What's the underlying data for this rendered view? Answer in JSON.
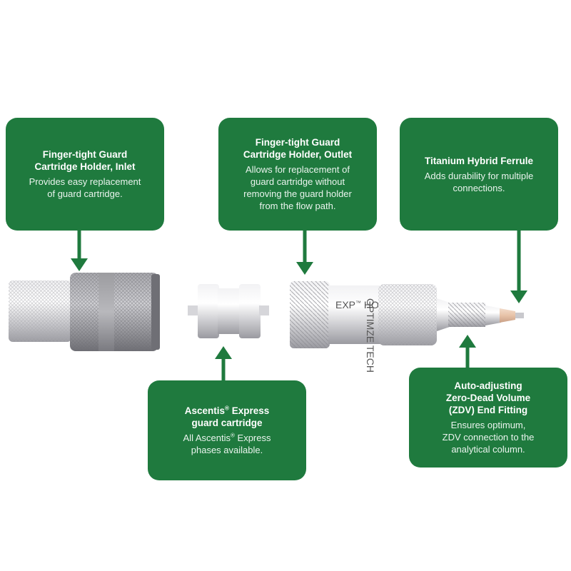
{
  "callouts": {
    "inlet": {
      "title_line1": "Finger-tight Guard",
      "title_line2": "Cartridge Holder, Inlet",
      "desc_line1": "Provides easy replacement",
      "desc_line2": "of guard cartridge."
    },
    "outlet": {
      "title_line1": "Finger-tight Guard",
      "title_line2": "Cartridge Holder, Outlet",
      "desc_line1": "Allows for replacement of",
      "desc_line2": "guard cartridge without",
      "desc_line3": "removing the guard holder",
      "desc_line4": "from the flow path."
    },
    "ferrule": {
      "title_line1": "Titanium Hybrid Ferrule",
      "desc_line1": "Adds durability for multiple",
      "desc_line2": "connections."
    },
    "cartridge": {
      "title_pre": "Ascentis",
      "title_reg": "®",
      "title_post": " Express",
      "title_line2": "guard cartridge",
      "desc_pre": "All Ascentis",
      "desc_reg": "®",
      "desc_post": " Express",
      "desc_line2": "phases available."
    },
    "zdv": {
      "title_line1": "Auto-adjusting",
      "title_line2": "Zero-Dead Volume",
      "title_line3": "(ZDV) End Fitting",
      "desc_line1": "Ensures optimum,",
      "desc_line2": "ZDV connection to the",
      "desc_line3": "analytical column."
    }
  },
  "engraving": {
    "line1": "EXP",
    "line1_tm": "™",
    "line1_suffix": " HOL",
    "line2": "OPTIMZE TECH"
  },
  "colors": {
    "callout_green": "#1f7a3e",
    "metal_light": "#e4e4e6",
    "metal_dark": "#8e8e94",
    "ferrule": "#e9c9b0"
  }
}
